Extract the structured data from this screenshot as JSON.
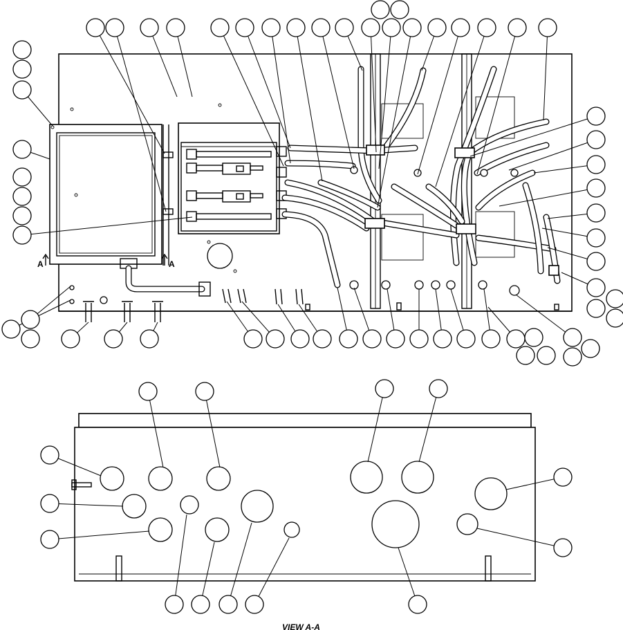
{
  "views": {
    "top_view": {
      "section_marker_left": "A",
      "section_marker_right": "A"
    },
    "bottom_view": {
      "caption": "VIEW A-A"
    }
  }
}
